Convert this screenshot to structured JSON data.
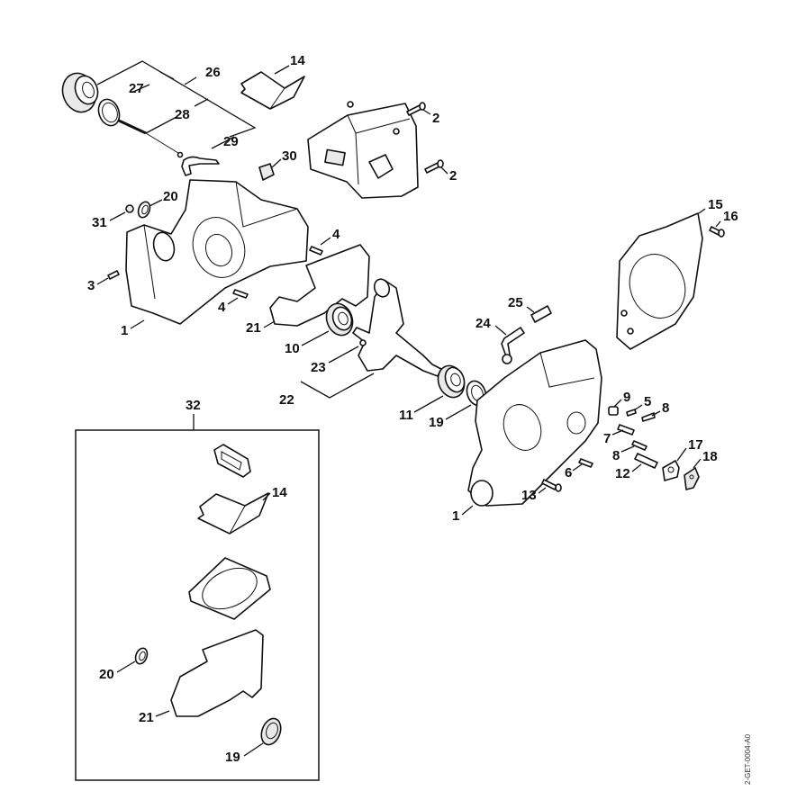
{
  "title": "Exploded parts diagram — crankcase, crankshaft, muffler and gasket set",
  "document_id": "2-GET-0004-A0",
  "callouts": [
    {
      "id": "c-26",
      "label": "26",
      "part": "bracket-group"
    },
    {
      "id": "c-27",
      "label": "27",
      "part": "washer"
    },
    {
      "id": "c-28",
      "label": "28",
      "part": "rod"
    },
    {
      "id": "c-29",
      "label": "29",
      "part": "clip"
    },
    {
      "id": "c-14a",
      "label": "14",
      "part": "heat-shield"
    },
    {
      "id": "c-30",
      "label": "30",
      "part": "grommet"
    },
    {
      "id": "c-2a",
      "label": "2",
      "part": "screw"
    },
    {
      "id": "c-2b",
      "label": "2",
      "part": "screw"
    },
    {
      "id": "c-31",
      "label": "31",
      "part": "nut"
    },
    {
      "id": "c-20a",
      "label": "20",
      "part": "oil-seal"
    },
    {
      "id": "c-3",
      "label": "3",
      "part": "plug"
    },
    {
      "id": "c-4a",
      "label": "4",
      "part": "dowel-pin"
    },
    {
      "id": "c-4b",
      "label": "4",
      "part": "dowel-pin"
    },
    {
      "id": "c-1a",
      "label": "1",
      "part": "crankcase-half"
    },
    {
      "id": "c-21a",
      "label": "21",
      "part": "gasket"
    },
    {
      "id": "c-10",
      "label": "10",
      "part": "ball-bearing"
    },
    {
      "id": "c-23",
      "label": "23",
      "part": "key"
    },
    {
      "id": "c-22",
      "label": "22",
      "part": "crankshaft"
    },
    {
      "id": "c-11",
      "label": "11",
      "part": "ball-bearing"
    },
    {
      "id": "c-19a",
      "label": "19",
      "part": "oil-seal"
    },
    {
      "id": "c-15",
      "label": "15",
      "part": "cover-plate"
    },
    {
      "id": "c-16",
      "label": "16",
      "part": "screw"
    },
    {
      "id": "c-25",
      "label": "25",
      "part": "fitting"
    },
    {
      "id": "c-24",
      "label": "24",
      "part": "tube"
    },
    {
      "id": "c-9",
      "label": "9",
      "part": "sleeve"
    },
    {
      "id": "c-5",
      "label": "5",
      "part": "pin"
    },
    {
      "id": "c-8a",
      "label": "8",
      "part": "stud"
    },
    {
      "id": "c-7",
      "label": "7",
      "part": "stud"
    },
    {
      "id": "c-8b",
      "label": "8",
      "part": "stud"
    },
    {
      "id": "c-17",
      "label": "17",
      "part": "plate"
    },
    {
      "id": "c-18",
      "label": "18",
      "part": "clip"
    },
    {
      "id": "c-12",
      "label": "12",
      "part": "stud"
    },
    {
      "id": "c-6",
      "label": "6",
      "part": "stud"
    },
    {
      "id": "c-13",
      "label": "13",
      "part": "screw"
    },
    {
      "id": "c-1b",
      "label": "1",
      "part": "crankcase-half"
    },
    {
      "id": "c-32",
      "label": "32",
      "part": "gasket-set"
    },
    {
      "id": "c-14b",
      "label": "14",
      "part": "heat-shield"
    },
    {
      "id": "c-20b",
      "label": "20",
      "part": "oil-seal"
    },
    {
      "id": "c-21b",
      "label": "21",
      "part": "gasket"
    },
    {
      "id": "c-19b",
      "label": "19",
      "part": "oil-seal"
    }
  ]
}
